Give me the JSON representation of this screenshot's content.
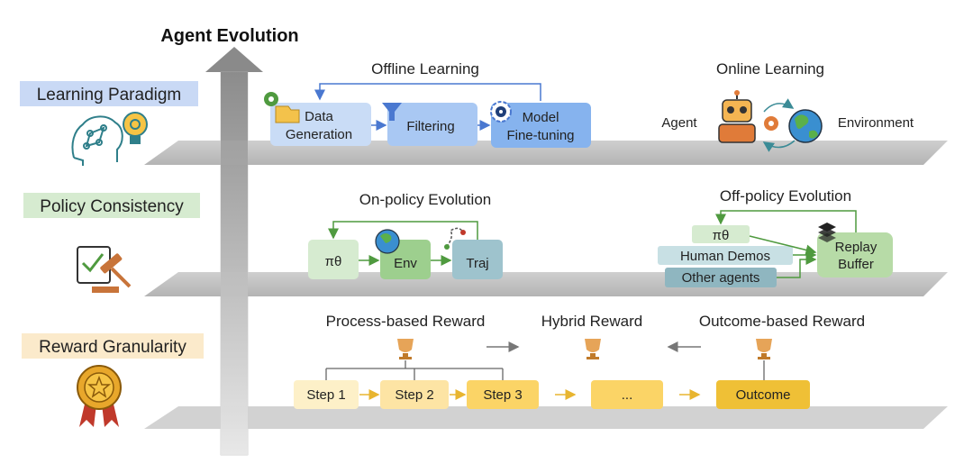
{
  "title": "Agent Evolution",
  "levels": {
    "learning": {
      "label": "Learning Paradigm",
      "offline": {
        "title": "Offline Learning",
        "data_generation": [
          "Data",
          "Generation"
        ],
        "filtering": "Filtering",
        "model_finetuning": [
          "Model",
          "Fine-tuning"
        ]
      },
      "online": {
        "title": "Online Learning",
        "agent": "Agent",
        "environment": "Environment"
      }
    },
    "policy": {
      "label": "Policy Consistency",
      "on_policy": {
        "title": "On-policy Evolution",
        "pi": "πθ",
        "env": "Env",
        "traj": "Traj"
      },
      "off_policy": {
        "title": "Off-policy Evolution",
        "pi": "πθ",
        "human_demos": "Human Demos",
        "other_agents": "Other agents",
        "replay_buffer": [
          "Replay",
          "Buffer"
        ]
      }
    },
    "reward": {
      "label": "Reward Granularity",
      "process": "Process-based Reward",
      "hybrid": "Hybrid Reward",
      "outcome_title": "Outcome-based Reward",
      "steps": [
        "Step 1",
        "Step 2",
        "Step 3",
        "..."
      ],
      "outcome": "Outcome"
    }
  },
  "colors": {
    "learning_highlight": "#c9d9f5",
    "policy_highlight": "#d6ebd0",
    "reward_highlight": "#fbeacb",
    "blue_box": "#a9c8f3",
    "green_box": "#b7dba7",
    "teal_box": "#9ec3cd",
    "step1": "#fdf0c8",
    "step2": "#fde4a4",
    "step3": "#fbd466",
    "outcome": "#efc036",
    "platform": "#bdbdbd"
  },
  "icons": [
    "brain-icon",
    "lightbulb-gear-icon",
    "checklist-gavel-icon",
    "medal-icon",
    "robot-icon",
    "globe-icon",
    "gear-icon",
    "trophy-icon",
    "funnel-icon",
    "folder-gear-icon",
    "layers-icon",
    "trajectory-icon"
  ]
}
